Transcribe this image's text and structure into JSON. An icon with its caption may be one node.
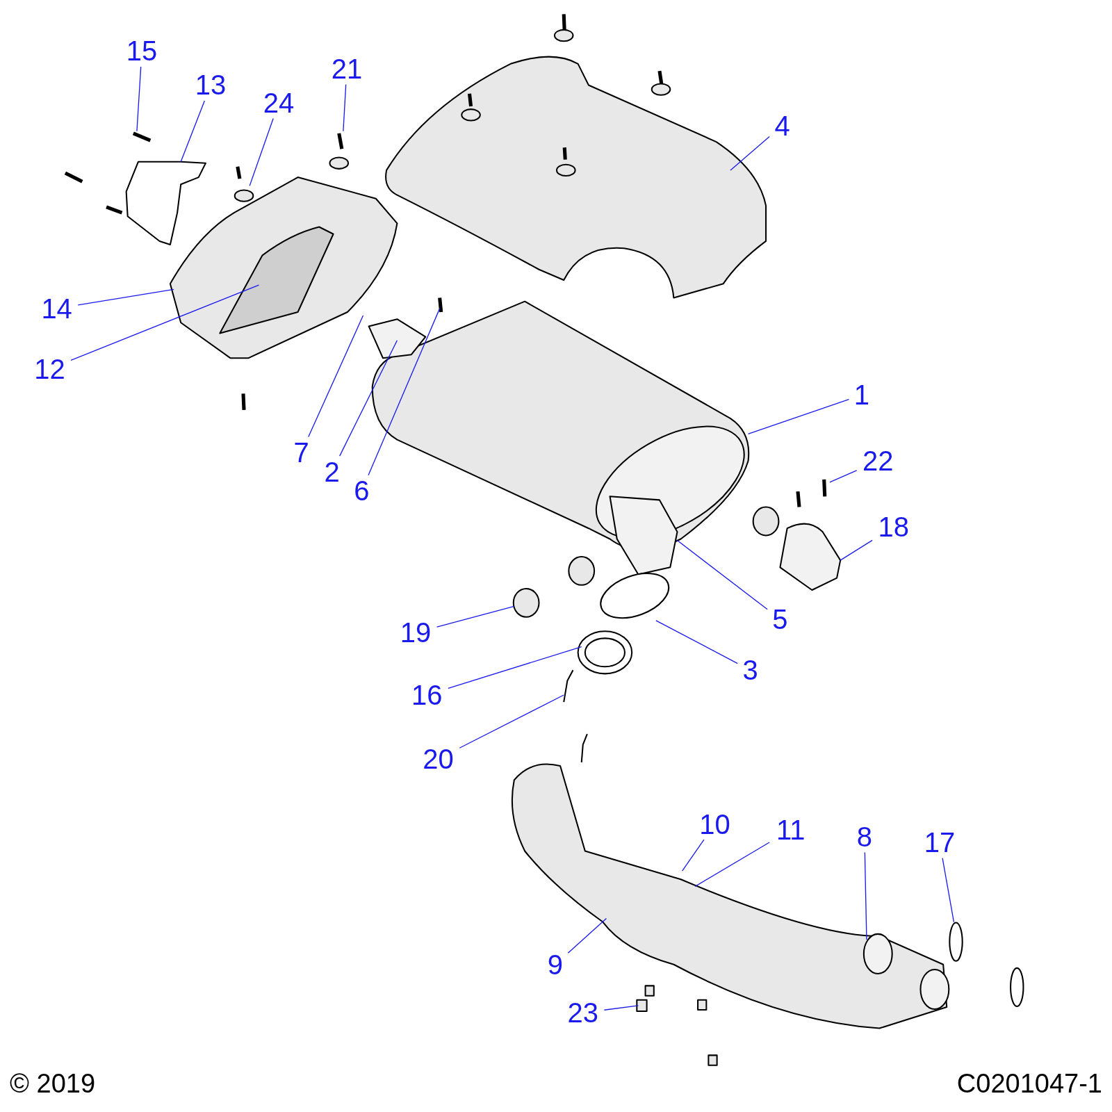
{
  "diagram": {
    "nodes": [
      {
        "text": [
          "15"
        ]
      },
      {
        "text": [
          "13"
        ]
      },
      {
        "text": [
          "24"
        ]
      },
      {
        "text": [
          "21"
        ]
      },
      {
        "text": [
          "4"
        ]
      },
      {
        "text": [
          "14"
        ]
      },
      {
        "text": [
          "12"
        ]
      },
      {
        "text": [
          "7"
        ]
      },
      {
        "text": [
          "2"
        ]
      },
      {
        "text": [
          "6"
        ]
      },
      {
        "text": [
          "1"
        ]
      },
      {
        "text": [
          "22"
        ]
      },
      {
        "text": [
          "18"
        ]
      },
      {
        "text": [
          "5"
        ]
      },
      {
        "text": [
          "19"
        ]
      },
      {
        "text": [
          "3"
        ]
      },
      {
        "text": [
          "16"
        ]
      },
      {
        "text": [
          "20"
        ]
      },
      {
        "text": [
          "10"
        ]
      },
      {
        "text": [
          "11"
        ]
      },
      {
        "text": [
          "8"
        ]
      },
      {
        "text": [
          "17"
        ]
      },
      {
        "text": [
          "9"
        ]
      },
      {
        "text": [
          "23"
        ]
      }
    ],
    "edges": [
      {
        "from": 0,
        "to": null,
        "arrow": "none"
      },
      {
        "from": 1,
        "to": null,
        "arrow": "none"
      },
      {
        "from": 2,
        "to": null,
        "arrow": "none"
      },
      {
        "from": 3,
        "to": null,
        "arrow": "none"
      },
      {
        "from": 4,
        "to": null,
        "arrow": "none"
      },
      {
        "from": 5,
        "to": null,
        "arrow": "none"
      },
      {
        "from": 6,
        "to": null,
        "arrow": "none"
      },
      {
        "from": 7,
        "to": null,
        "arrow": "none"
      },
      {
        "from": 8,
        "to": null,
        "arrow": "none"
      },
      {
        "from": 9,
        "to": null,
        "arrow": "none"
      },
      {
        "from": 10,
        "to": null,
        "arrow": "none"
      },
      {
        "from": 11,
        "to": null,
        "arrow": "none"
      },
      {
        "from": 12,
        "to": null,
        "arrow": "none"
      },
      {
        "from": 13,
        "to": null,
        "arrow": "none"
      },
      {
        "from": 14,
        "to": null,
        "arrow": "none"
      },
      {
        "from": 15,
        "to": null,
        "arrow": "none"
      },
      {
        "from": 16,
        "to": null,
        "arrow": "none"
      },
      {
        "from": 17,
        "to": null,
        "arrow": "none"
      },
      {
        "from": 18,
        "to": null,
        "arrow": "none"
      },
      {
        "from": 19,
        "to": null,
        "arrow": "none"
      },
      {
        "from": 20,
        "to": null,
        "arrow": "none"
      },
      {
        "from": 21,
        "to": null,
        "arrow": "none"
      },
      {
        "from": 22,
        "to": null,
        "arrow": "none"
      },
      {
        "from": 23,
        "to": null,
        "arrow": "none"
      }
    ],
    "labels": [
      "© 2019",
      "C0201047-1"
    ]
  }
}
